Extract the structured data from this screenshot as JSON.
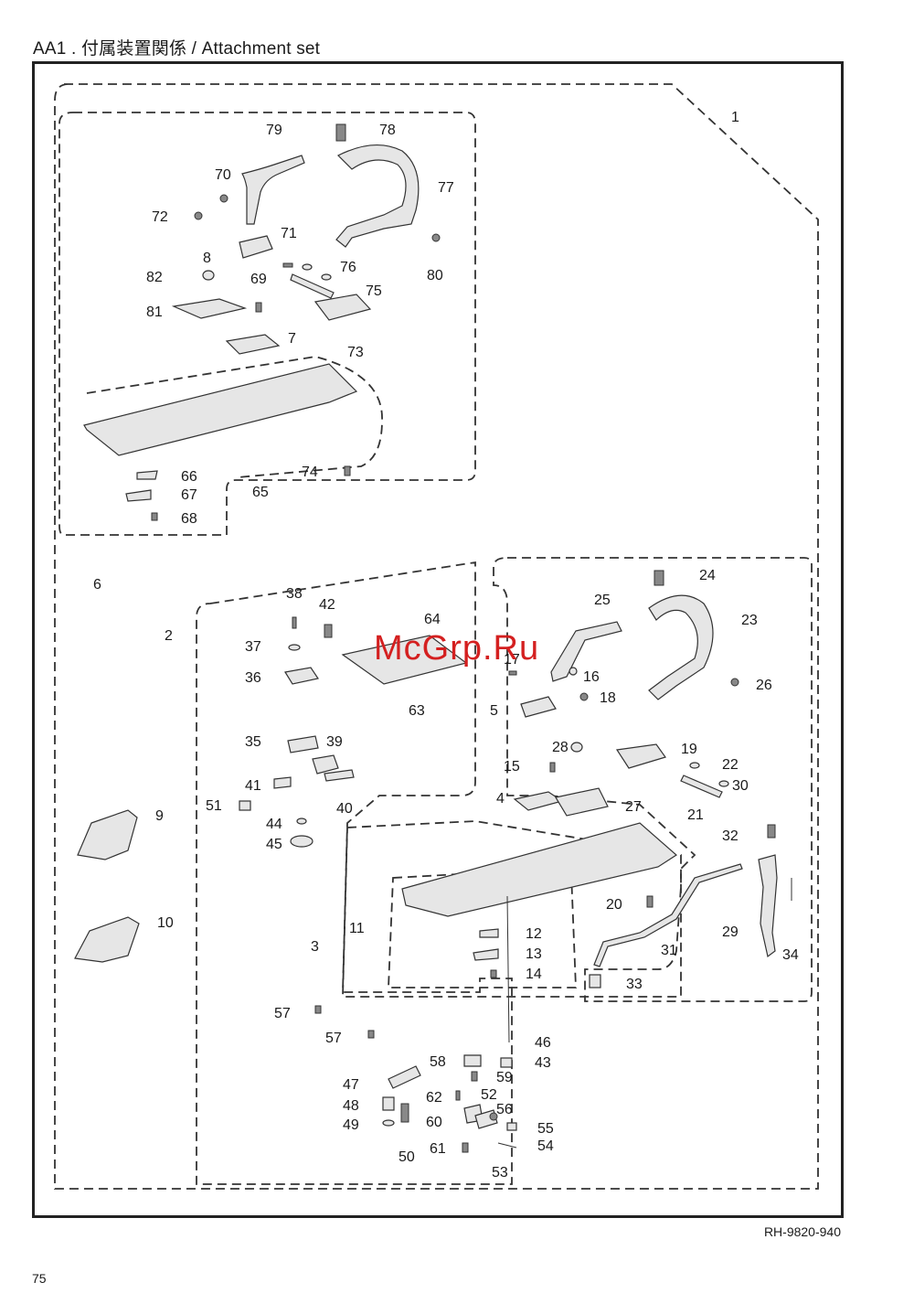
{
  "header": {
    "section": "AA1 .",
    "title_jp": "付属装置関係",
    "separator": " / ",
    "title_en": "Attachment set"
  },
  "watermark": "McGrp.Ru",
  "footer": {
    "model_code": "RH-9820-940",
    "page_number": "75"
  },
  "callouts": [
    "1",
    "2",
    "3",
    "4",
    "5",
    "6",
    "7",
    "8",
    "9",
    "10",
    "11",
    "12",
    "13",
    "14",
    "15",
    "16",
    "17",
    "18",
    "19",
    "20",
    "21",
    "22",
    "23",
    "24",
    "25",
    "26",
    "27",
    "28",
    "29",
    "30",
    "31",
    "32",
    "33",
    "34",
    "35",
    "36",
    "37",
    "38",
    "39",
    "40",
    "41",
    "42",
    "43",
    "44",
    "45",
    "46",
    "47",
    "48",
    "49",
    "50",
    "51",
    "52",
    "53",
    "54",
    "55",
    "56",
    "57",
    "57",
    "58",
    "59",
    "60",
    "61",
    "62",
    "63",
    "64",
    "65",
    "66",
    "67",
    "68",
    "69",
    "70",
    "71",
    "72",
    "73",
    "74",
    "75",
    "76",
    "77",
    "78",
    "79",
    "80",
    "81",
    "82"
  ]
}
